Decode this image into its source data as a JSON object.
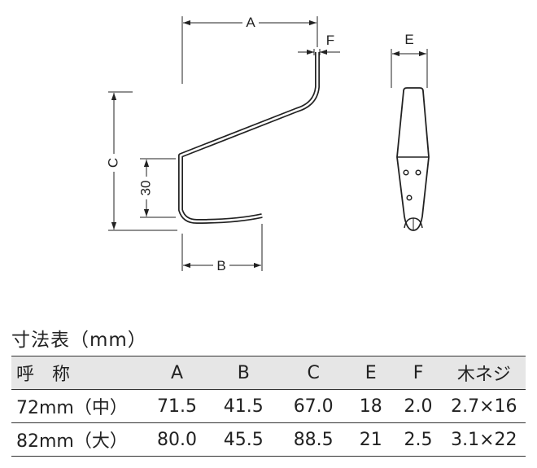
{
  "drawing": {
    "labels": {
      "a": "A",
      "b": "B",
      "c": "C",
      "e": "E",
      "f": "F",
      "thirty": "30"
    }
  },
  "table": {
    "title": "寸法表（mm）",
    "headers": [
      "呼　称",
      "A",
      "B",
      "C",
      "E",
      "F",
      "木ネジ"
    ],
    "rows": [
      [
        "72mm（中）",
        "71.5",
        "41.5",
        "67.0",
        "18",
        "2.0",
        "2.7×16"
      ],
      [
        "82mm（大）",
        "80.0",
        "45.5",
        "88.5",
        "21",
        "2.5",
        "3.1×22"
      ]
    ]
  }
}
